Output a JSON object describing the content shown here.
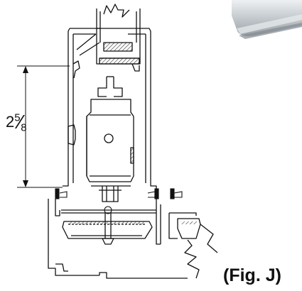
{
  "dimension": {
    "whole": "2",
    "numerator": "5",
    "denominator": "8"
  },
  "figure_label": "(Fig. J)",
  "colors": {
    "line": "#111111",
    "hatch": "#333333",
    "panel_light": "#e9ecee",
    "panel_mid": "#b9bfc4",
    "panel_dark": "#8e969c"
  }
}
